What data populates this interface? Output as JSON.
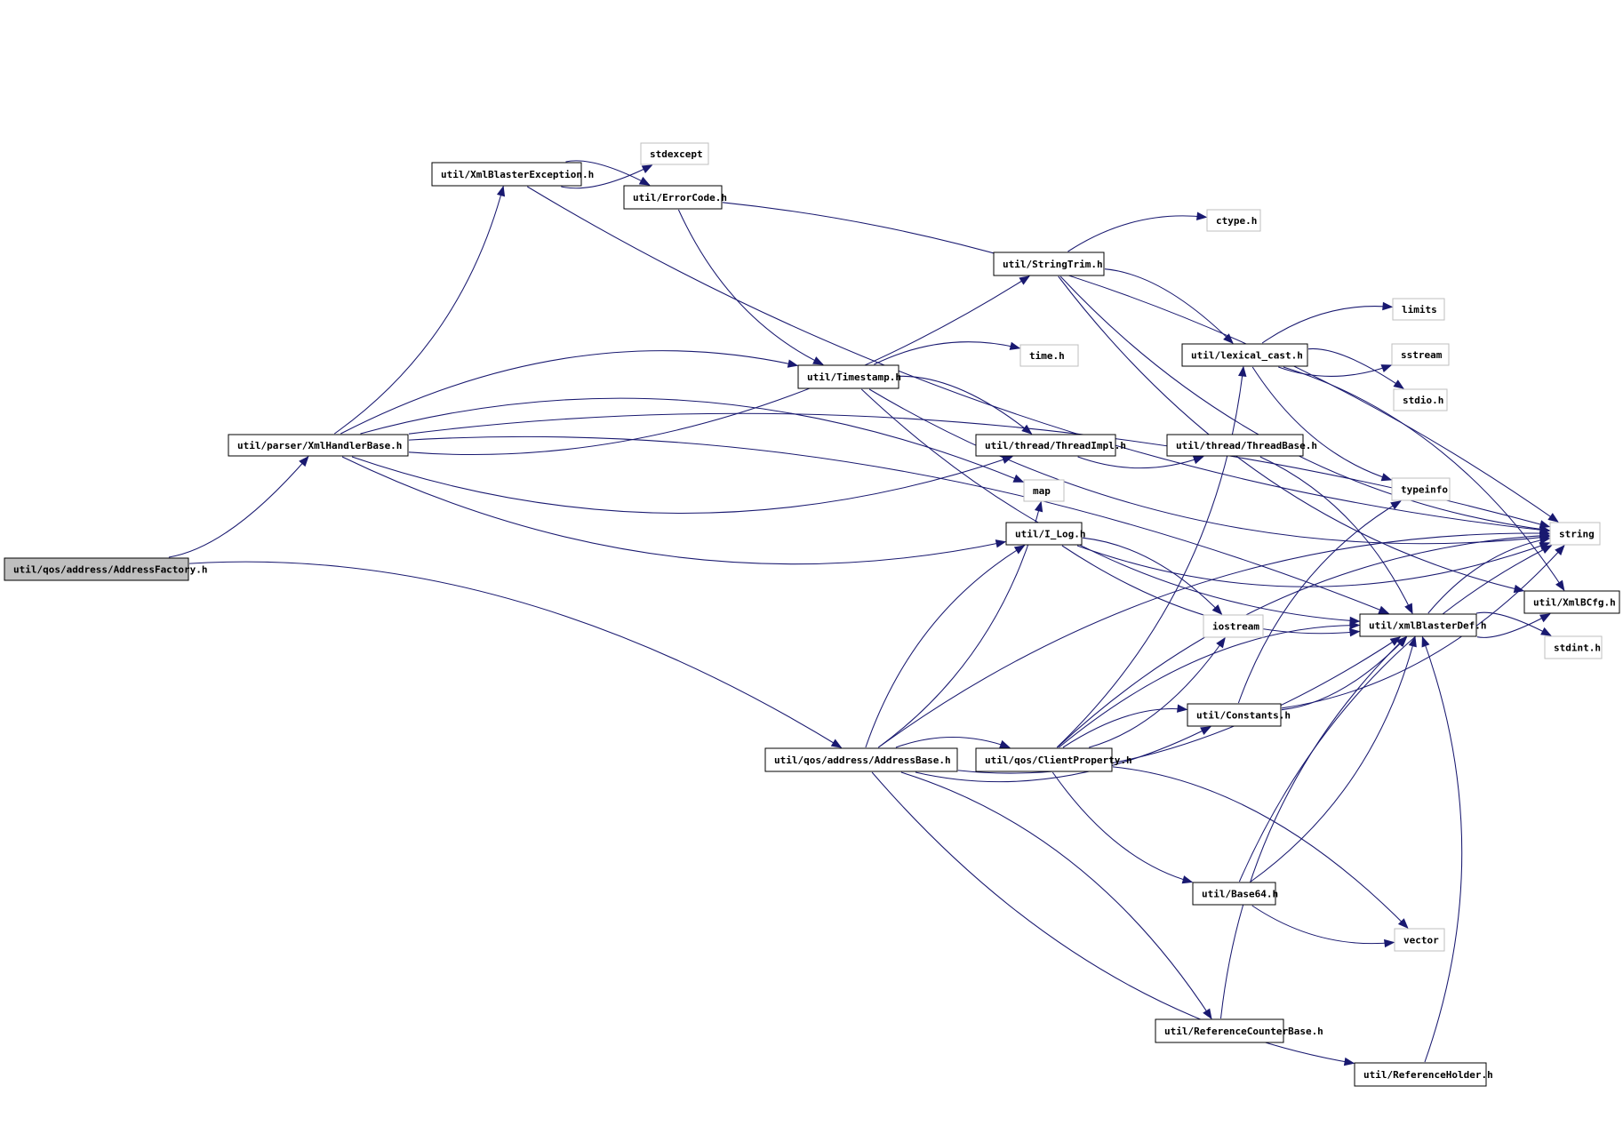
{
  "colors": {
    "edge": "#191970",
    "root_fill": "#bfbfbf",
    "node_border": "#000000",
    "system_border": "#bfbfbf",
    "background": "#ffffff"
  },
  "nodes": [
    {
      "id": "addressfactory",
      "label": "util/qos/address/AddressFactory.h",
      "kind": "root"
    },
    {
      "id": "xmlhandlerbase",
      "label": "util/parser/XmlHandlerBase.h",
      "kind": "project"
    },
    {
      "id": "xmlblasterexception",
      "label": "util/XmlBlasterException.h",
      "kind": "project"
    },
    {
      "id": "stdexcept",
      "label": "stdexcept",
      "kind": "system"
    },
    {
      "id": "errorcode",
      "label": "util/ErrorCode.h",
      "kind": "project"
    },
    {
      "id": "ctype",
      "label": "ctype.h",
      "kind": "system"
    },
    {
      "id": "stringtrim",
      "label": "util/StringTrim.h",
      "kind": "project"
    },
    {
      "id": "limits",
      "label": "limits",
      "kind": "system"
    },
    {
      "id": "lexicalcast",
      "label": "util/lexical_cast.h",
      "kind": "project"
    },
    {
      "id": "sstream",
      "label": "sstream",
      "kind": "system"
    },
    {
      "id": "timeh",
      "label": "time.h",
      "kind": "system"
    },
    {
      "id": "timestamp",
      "label": "util/Timestamp.h",
      "kind": "project"
    },
    {
      "id": "stdio",
      "label": "stdio.h",
      "kind": "system"
    },
    {
      "id": "threadimpl",
      "label": "util/thread/ThreadImpl.h",
      "kind": "project"
    },
    {
      "id": "threadbase",
      "label": "util/thread/ThreadBase.h",
      "kind": "project"
    },
    {
      "id": "typeinfo",
      "label": "typeinfo",
      "kind": "system"
    },
    {
      "id": "map",
      "label": "map",
      "kind": "system"
    },
    {
      "id": "ilog",
      "label": "util/I_Log.h",
      "kind": "project"
    },
    {
      "id": "string",
      "label": "string",
      "kind": "system"
    },
    {
      "id": "xmlbcfg",
      "label": "util/XmlBCfg.h",
      "kind": "project"
    },
    {
      "id": "xmlblasterdef",
      "label": "util/xmlBlasterDef.h",
      "kind": "project"
    },
    {
      "id": "iostream",
      "label": "iostream",
      "kind": "system"
    },
    {
      "id": "stdint",
      "label": "stdint.h",
      "kind": "system"
    },
    {
      "id": "constants",
      "label": "util/Constants.h",
      "kind": "project"
    },
    {
      "id": "addressbase",
      "label": "util/qos/address/AddressBase.h",
      "kind": "project"
    },
    {
      "id": "clientproperty",
      "label": "util/qos/ClientProperty.h",
      "kind": "project"
    },
    {
      "id": "base64",
      "label": "util/Base64.h",
      "kind": "project"
    },
    {
      "id": "vector",
      "label": "vector",
      "kind": "system"
    },
    {
      "id": "refcounterbase",
      "label": "util/ReferenceCounterBase.h",
      "kind": "project"
    },
    {
      "id": "refholder",
      "label": "util/ReferenceHolder.h",
      "kind": "project"
    }
  ],
  "edges": [
    [
      "addressfactory",
      "xmlhandlerbase"
    ],
    [
      "addressfactory",
      "addressbase"
    ],
    [
      "xmlhandlerbase",
      "xmlblasterexception"
    ],
    [
      "xmlhandlerbase",
      "string"
    ],
    [
      "xmlhandlerbase",
      "stringtrim"
    ],
    [
      "xmlhandlerbase",
      "timestamp"
    ],
    [
      "xmlhandlerbase",
      "threadimpl"
    ],
    [
      "xmlhandlerbase",
      "map"
    ],
    [
      "xmlhandlerbase",
      "ilog"
    ],
    [
      "xmlhandlerbase",
      "xmlblasterdef"
    ],
    [
      "xmlblasterexception",
      "stdexcept"
    ],
    [
      "xmlblasterexception",
      "errorcode"
    ],
    [
      "xmlblasterexception",
      "string"
    ],
    [
      "errorcode",
      "string"
    ],
    [
      "errorcode",
      "timestamp"
    ],
    [
      "stringtrim",
      "ctype"
    ],
    [
      "stringtrim",
      "string"
    ],
    [
      "stringtrim",
      "lexicalcast"
    ],
    [
      "stringtrim",
      "xmlbcfg"
    ],
    [
      "timestamp",
      "timeh"
    ],
    [
      "timestamp",
      "string"
    ],
    [
      "timestamp",
      "threadimpl"
    ],
    [
      "timestamp",
      "xmlblasterdef"
    ],
    [
      "lexicalcast",
      "limits"
    ],
    [
      "lexicalcast",
      "sstream"
    ],
    [
      "lexicalcast",
      "stdio"
    ],
    [
      "lexicalcast",
      "typeinfo"
    ],
    [
      "lexicalcast",
      "xmlbcfg"
    ],
    [
      "threadimpl",
      "threadbase"
    ],
    [
      "threadbase",
      "xmlblasterdef"
    ],
    [
      "ilog",
      "string"
    ],
    [
      "ilog",
      "iostream"
    ],
    [
      "ilog",
      "xmlblasterdef"
    ],
    [
      "xmlblasterdef",
      "string"
    ],
    [
      "xmlblasterdef",
      "xmlbcfg"
    ],
    [
      "xmlblasterdef",
      "stdint"
    ],
    [
      "constants",
      "string"
    ],
    [
      "constants",
      "typeinfo"
    ],
    [
      "constants",
      "xmlblasterdef"
    ],
    [
      "addressbase",
      "clientproperty"
    ],
    [
      "addressbase",
      "map"
    ],
    [
      "addressbase",
      "ilog"
    ],
    [
      "addressbase",
      "constants"
    ],
    [
      "addressbase",
      "string"
    ],
    [
      "addressbase",
      "xmlblasterdef"
    ],
    [
      "addressbase",
      "refcounterbase"
    ],
    [
      "addressbase",
      "refholder"
    ],
    [
      "clientproperty",
      "constants"
    ],
    [
      "clientproperty",
      "lexicalcast"
    ],
    [
      "clientproperty",
      "string"
    ],
    [
      "clientproperty",
      "iostream"
    ],
    [
      "clientproperty",
      "xmlblasterdef"
    ],
    [
      "clientproperty",
      "base64"
    ],
    [
      "clientproperty",
      "vector"
    ],
    [
      "base64",
      "vector"
    ],
    [
      "base64",
      "string"
    ],
    [
      "base64",
      "xmlblasterdef"
    ],
    [
      "refcounterbase",
      "xmlblasterdef"
    ],
    [
      "refholder",
      "xmlblasterdef"
    ]
  ]
}
